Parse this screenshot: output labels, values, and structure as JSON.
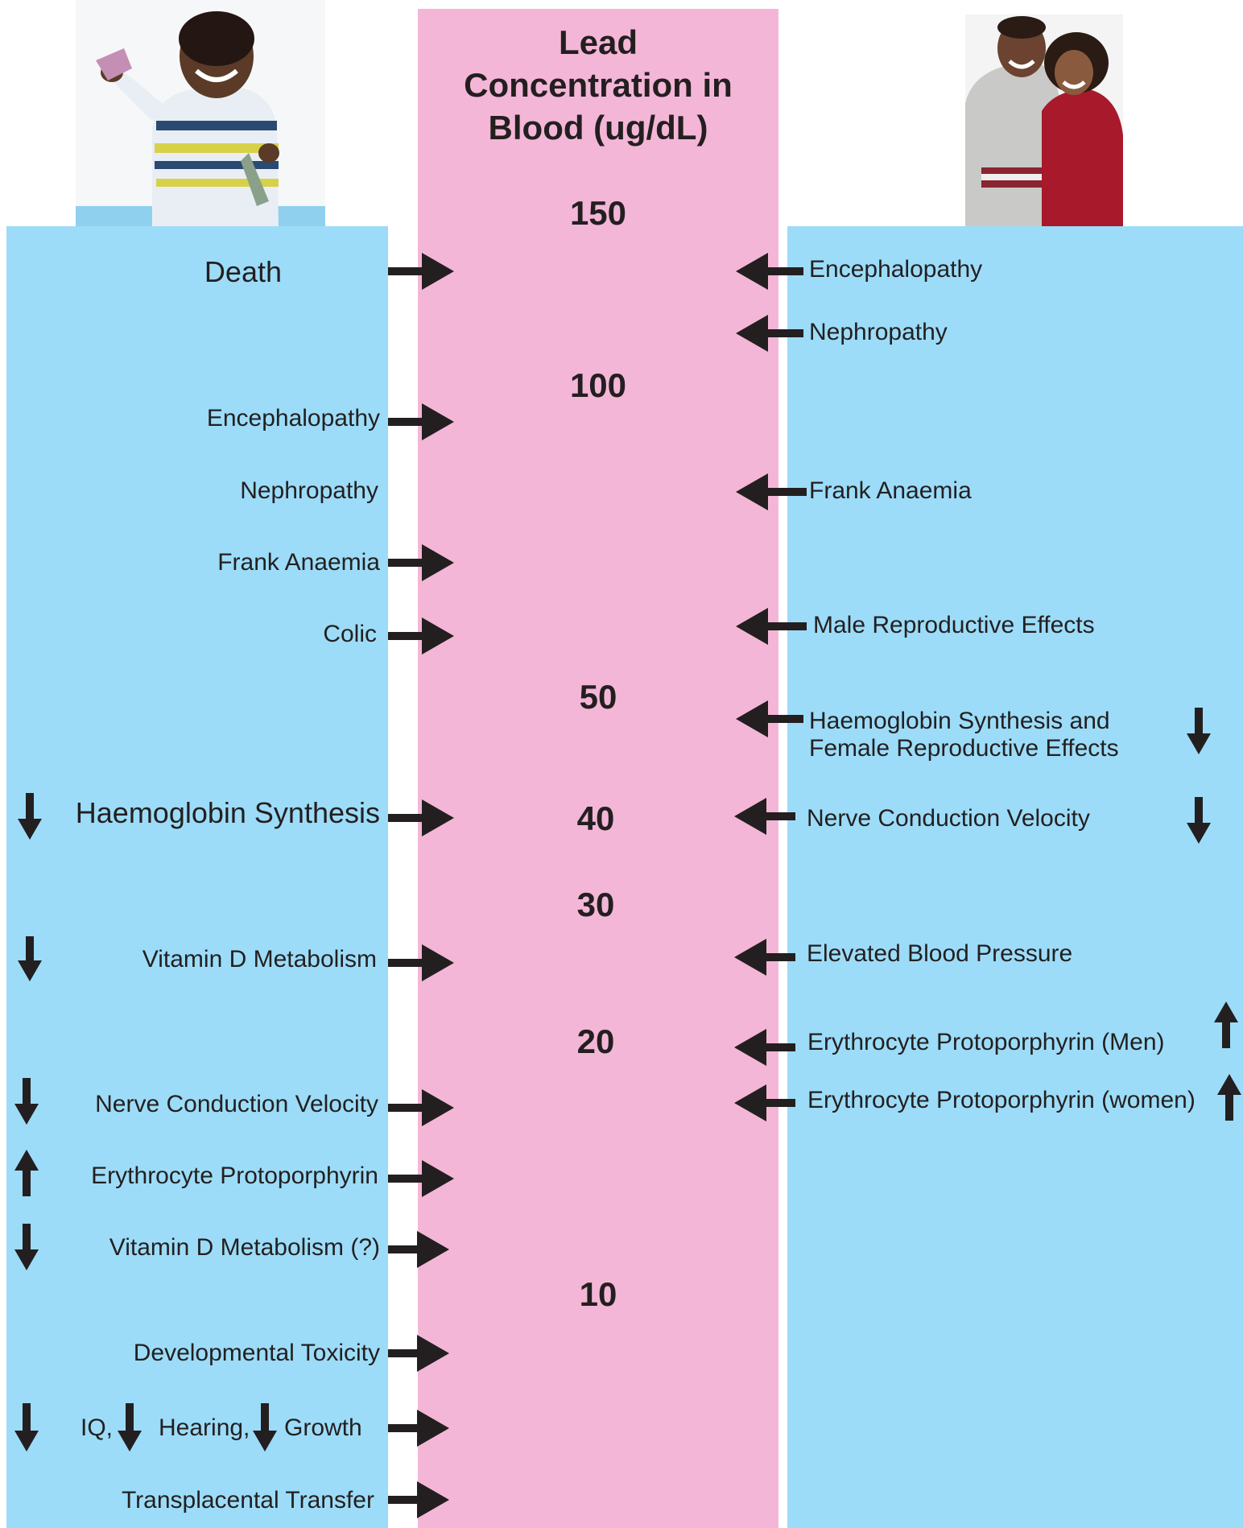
{
  "title": "Lead\nConcentration in\nBlood (ug/dL)",
  "scale_labels": [
    "150",
    "100",
    "50",
    "40",
    "30",
    "20",
    "10"
  ],
  "children_effects": [
    "Death",
    "Encephalopathy",
    "Nephropathy",
    "Frank Anaemia",
    "Colic",
    "Haemoglobin Synthesis",
    "Vitamin D Metabolism",
    "Nerve Conduction Velocity",
    "Erythrocyte Protoporphyrin",
    "Vitamin D Metabolism (?)",
    "Developmental Toxicity",
    "IQ,",
    "Hearing,",
    "Growth",
    "Transplacental Transfer"
  ],
  "adult_effects": [
    "Encephalopathy",
    "Nephropathy",
    "Frank Anaemia",
    "Male Reproductive Effects",
    "Haemoglobin Synthesis and",
    "Female Reproductive Effects",
    "Nerve Conduction Velocity",
    "Elevated Blood Pressure",
    "Erythrocyte Protoporphyrin (Men)",
    "Erythrocyte Protoporphyrin (women)"
  ],
  "colors": {
    "side_panels": "#9cdcf8",
    "center_column": "#f4b6d7",
    "arrows": "#231f20"
  },
  "icons": [
    "right-arrow",
    "left-arrow",
    "down-arrow",
    "up-arrow"
  ]
}
